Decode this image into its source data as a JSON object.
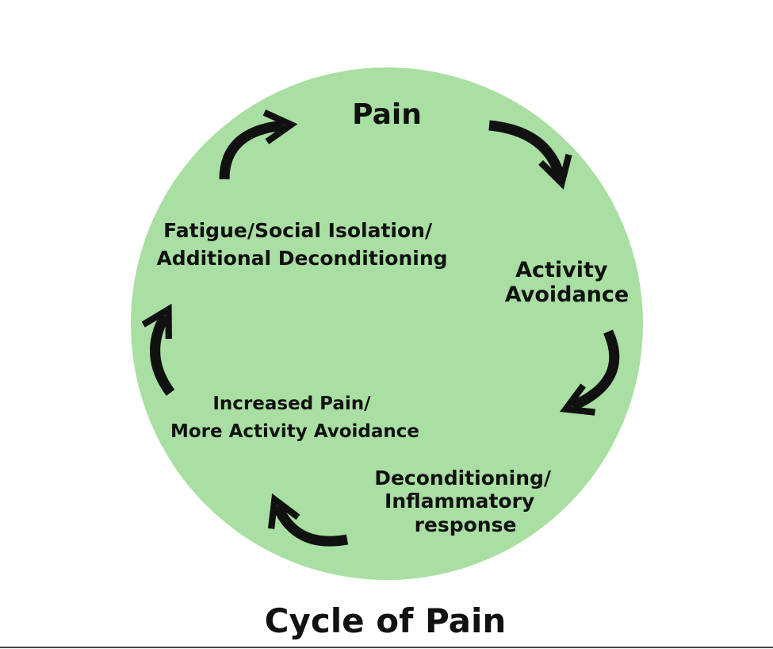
{
  "diagram": {
    "title": "Cycle of Pain",
    "circle_color": "#a9dfa2",
    "text_color": "#111111",
    "arrow_color": "#111111",
    "nodes": [
      {
        "id": "pain",
        "lines": [
          "Pain"
        ]
      },
      {
        "id": "activity-avoidance",
        "lines": [
          "Activity",
          "Avoidance"
        ]
      },
      {
        "id": "deconditioning",
        "lines": [
          "Deconditioning/",
          "Inflammatory",
          "response"
        ]
      },
      {
        "id": "increased-pain",
        "lines": [
          "Increased Pain/",
          "More Activity Avoidance"
        ]
      },
      {
        "id": "fatigue",
        "lines": [
          "Fatigue/Social Isolation/",
          "Additional Deconditioning"
        ]
      }
    ],
    "arrows": [
      "arrow-icon",
      "arrow-icon",
      "arrow-icon",
      "arrow-icon",
      "arrow-icon"
    ]
  }
}
